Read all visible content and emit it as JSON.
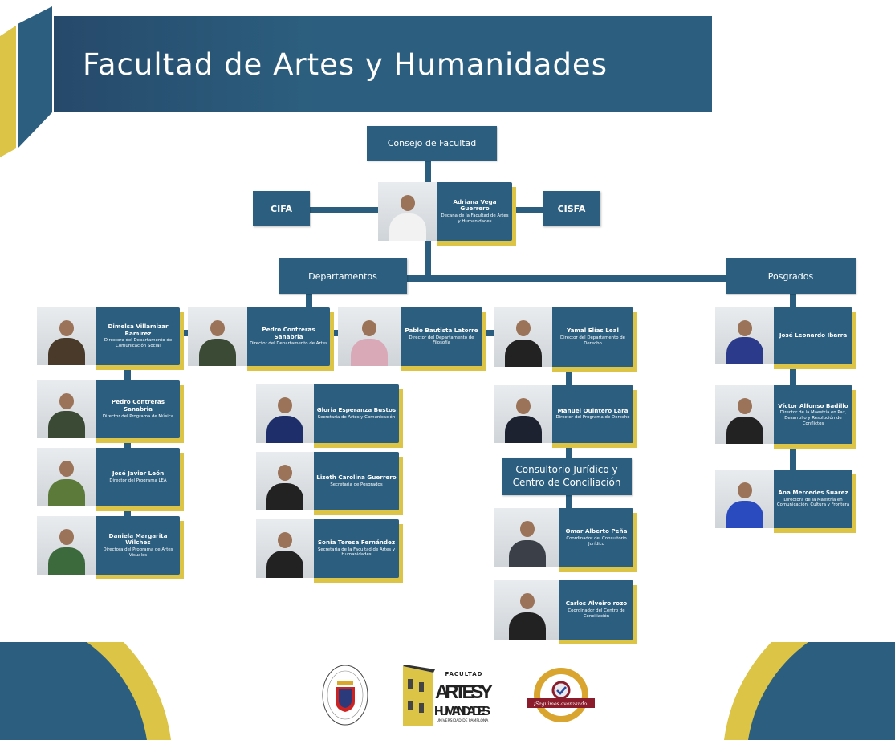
{
  "title": "Facultad de Artes y Humanidades",
  "colors": {
    "blue": "#2c5f7f",
    "yellow": "#dcc447"
  },
  "units": {
    "consejo": "Consejo de Facultad",
    "cifa": "CIFA",
    "cisfa": "CISFA",
    "departamentos": "Departamentos",
    "posgrados": "Posgrados",
    "consultorio": "Consultorio Jurídico y Centro de Conciliación"
  },
  "people": [
    {
      "id": "dean",
      "name": "Adriana Vega Guerrero",
      "role": "Decana de la Facultad de Artes y Humanidades"
    },
    {
      "id": "dimelsa",
      "name": "Dimelsa Villamizar Ramírez",
      "role": "Directora del Departamento de Comunicación Social"
    },
    {
      "id": "pedro-artes",
      "name": "Pedro Contreras Sanabria",
      "role": "Director del Departamento de Artes"
    },
    {
      "id": "pablo",
      "name": "Pablo Bautista Latorre",
      "role": "Director del Departamento de Filosofía"
    },
    {
      "id": "yamal",
      "name": "Yamal Elías Leal",
      "role": "Director del Departamento de Derecho"
    },
    {
      "id": "jose-leonardo",
      "name": "José Leonardo Ibarra",
      "role": ""
    },
    {
      "id": "pedro-musica",
      "name": "Pedro Contreras Sanabria",
      "role": "Director del Programa de Música"
    },
    {
      "id": "jose-javier",
      "name": "José Javier León",
      "role": "Director del Programa LEA"
    },
    {
      "id": "daniela",
      "name": "Daniela Margarita Wilches",
      "role": "Directora del Programa de Artes Visuales"
    },
    {
      "id": "gloria",
      "name": "Gloria Esperanza Bustos",
      "role": "Secretaria de Artes y Comunicación"
    },
    {
      "id": "lizeth",
      "name": "Lizeth Carolina Guerrero",
      "role": "Secretaria de Posgrados"
    },
    {
      "id": "sonia",
      "name": "Sonia Teresa Fernández",
      "role": "Secretaria de la Facultad de Artes y Humanidades"
    },
    {
      "id": "manuel",
      "name": "Manuel Quintero Lara",
      "role": "Director del Programa de Derecho"
    },
    {
      "id": "omar",
      "name": "Omar Alberto Peña",
      "role": "Coordinador del Consultorio Jurídico"
    },
    {
      "id": "carlos",
      "name": "Carlos Alveiro rozo",
      "role": "Coordinador del Centro de Conciliación"
    },
    {
      "id": "victor",
      "name": "Víctor Alfonso Badillo",
      "role": "Director de la Maestría en Paz, Desarrollo y Resolución de Conflictos"
    },
    {
      "id": "ana",
      "name": "Ana Mercedes Suárez",
      "role": "Directora de la Maestría en Comunicación, Cultura y Frontera"
    }
  ],
  "logos": {
    "university_seal": "Universidad de Pamplona Colombia",
    "faculty_logo": "Facultad Artes y Humanidades Universidad de Pamplona",
    "accreditation_seal": "Acreditada Institucionalmente en Alta Calidad ¡Seguimos avanzando!"
  }
}
